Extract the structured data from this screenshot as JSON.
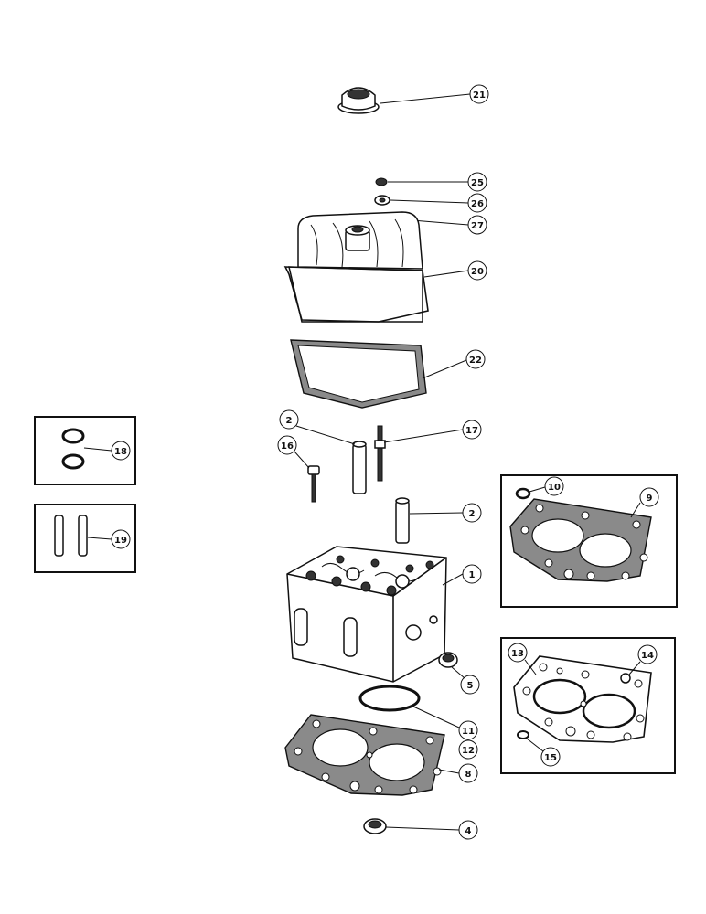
{
  "callouts": {
    "c21": "21",
    "c25": "25",
    "c26": "26",
    "c27": "27",
    "c20": "20",
    "c22": "22",
    "c2a": "2",
    "c17": "17",
    "c16": "16",
    "c2b": "2",
    "c1": "1",
    "c5": "5",
    "c11": "11",
    "c12": "12",
    "c8": "8",
    "c4": "4",
    "c18": "18",
    "c19": "19",
    "c10": "10",
    "c9": "9",
    "c13": "13",
    "c14": "14",
    "c15": "15"
  },
  "colors": {
    "ink": "#111111",
    "gasket": "#8a8a8a",
    "paper": "#ffffff"
  }
}
